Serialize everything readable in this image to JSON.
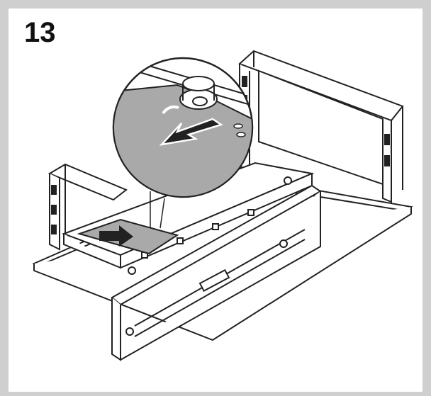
{
  "step": {
    "number": "13"
  },
  "icons": {
    "zoom_callout": "magnifier-detail-circle",
    "push_arrow": "arrow-down-left",
    "slide_arrow": "arrow-right"
  },
  "colors": {
    "frame_border": "#cfcfcf",
    "line_art": "#222222",
    "shaded_panel": "#a9a9a9",
    "background": "#ffffff"
  }
}
